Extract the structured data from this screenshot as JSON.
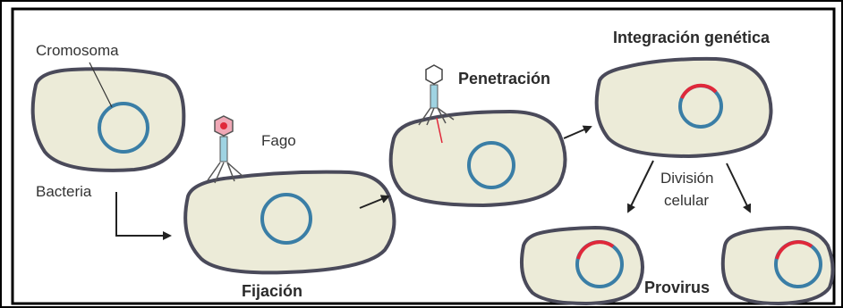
{
  "labels": {
    "cromosoma": "Cromosoma",
    "bacteria": "Bacteria",
    "fago": "Fago",
    "fijacion": "Fijación",
    "penetracion": "Penetración",
    "integracion": "Integración genética",
    "division_line1": "División",
    "division_line2": "celular",
    "provirus": "Provirus"
  },
  "colors": {
    "cell_fill": "#ecebd8",
    "cell_outline": "#4a4a5a",
    "chromosome": "#3a7ea6",
    "viral_dna": "#e0283a",
    "frame": "#000000",
    "arrow": "#222222"
  }
}
